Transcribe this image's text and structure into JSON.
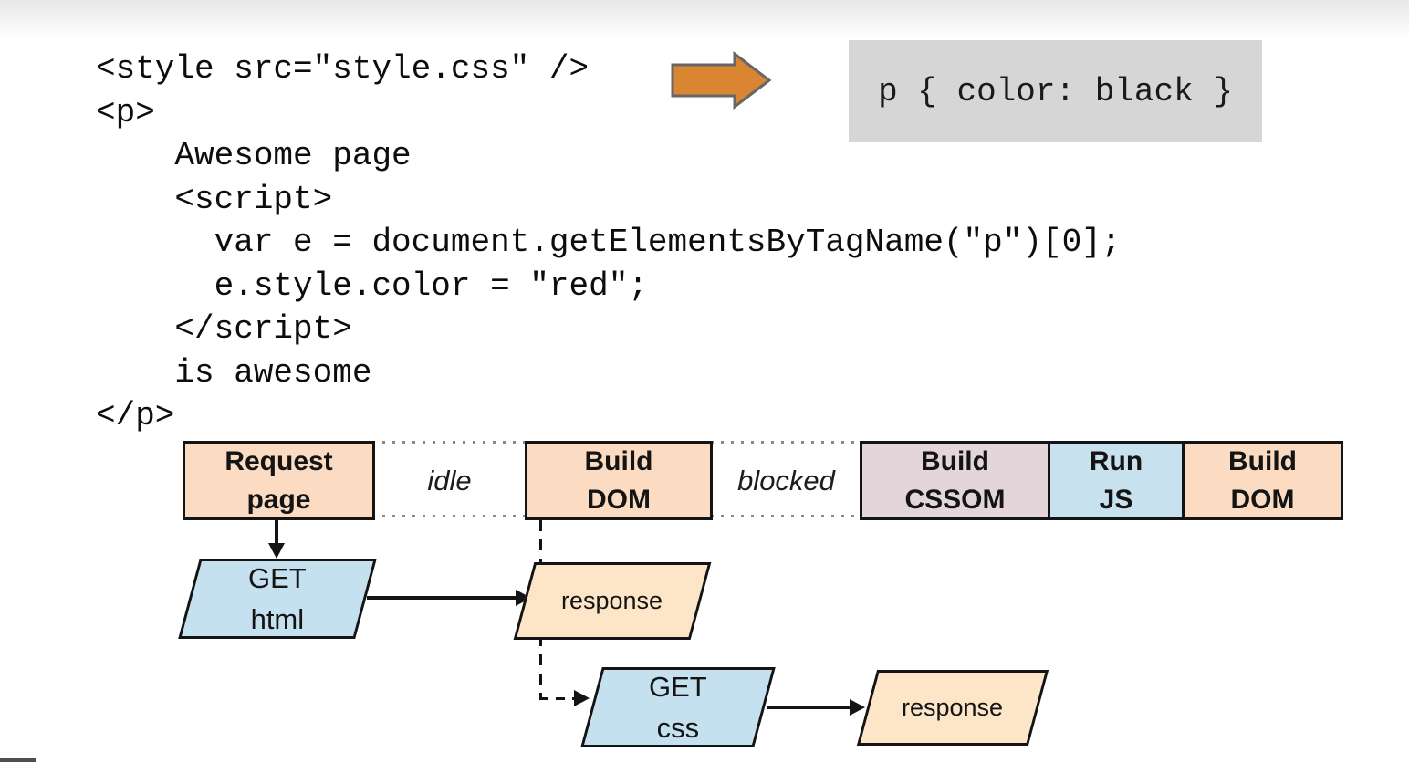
{
  "code_block": {
    "lines": [
      "<style src=\"style.css\" />",
      "<p>",
      "    Awesome page",
      "    <script>",
      "      var e = document.getElementsByTagName(\"p\")[0];",
      "      e.style.color = \"red\";",
      "    </script>",
      "    is awesome",
      "</p>"
    ]
  },
  "css_rule_box": {
    "text": "p { color: black }"
  },
  "icons": {
    "flow_arrow": "right-arrow-icon"
  },
  "timeline": {
    "segments": [
      {
        "kind": "task",
        "label": "Request\npage",
        "color": "#fbdcc2"
      },
      {
        "kind": "gap",
        "label": "idle"
      },
      {
        "kind": "task",
        "label": "Build\nDOM",
        "color": "#fbdcc2"
      },
      {
        "kind": "gap",
        "label": "blocked"
      },
      {
        "kind": "task",
        "label": "Build\nCSSOM",
        "color": "#e3d5da"
      },
      {
        "kind": "task",
        "label": "Run\nJS",
        "color": "#c8e1ef"
      },
      {
        "kind": "task",
        "label": "Build\nDOM",
        "color": "#fbdcc2"
      }
    ]
  },
  "flowchart": {
    "nodes": [
      {
        "label": "GET\nhtml",
        "color": "#c5e0ee"
      },
      {
        "label": "response",
        "color": "#fde6c8"
      },
      {
        "label": "GET\ncss",
        "color": "#c5e0ee"
      },
      {
        "label": "response",
        "color": "#fde6c8"
      }
    ]
  },
  "colors": {
    "arrow_fill": "#d98531",
    "arrow_stroke": "#666666",
    "result_box_bg": "#d6d6d6",
    "task_peach": "#fbdcc2",
    "task_mauve": "#e3d5da",
    "task_blue": "#c8e1ef",
    "node_blue": "#c5e0ee",
    "node_peach": "#fde6c8",
    "line_color": "#141414"
  }
}
